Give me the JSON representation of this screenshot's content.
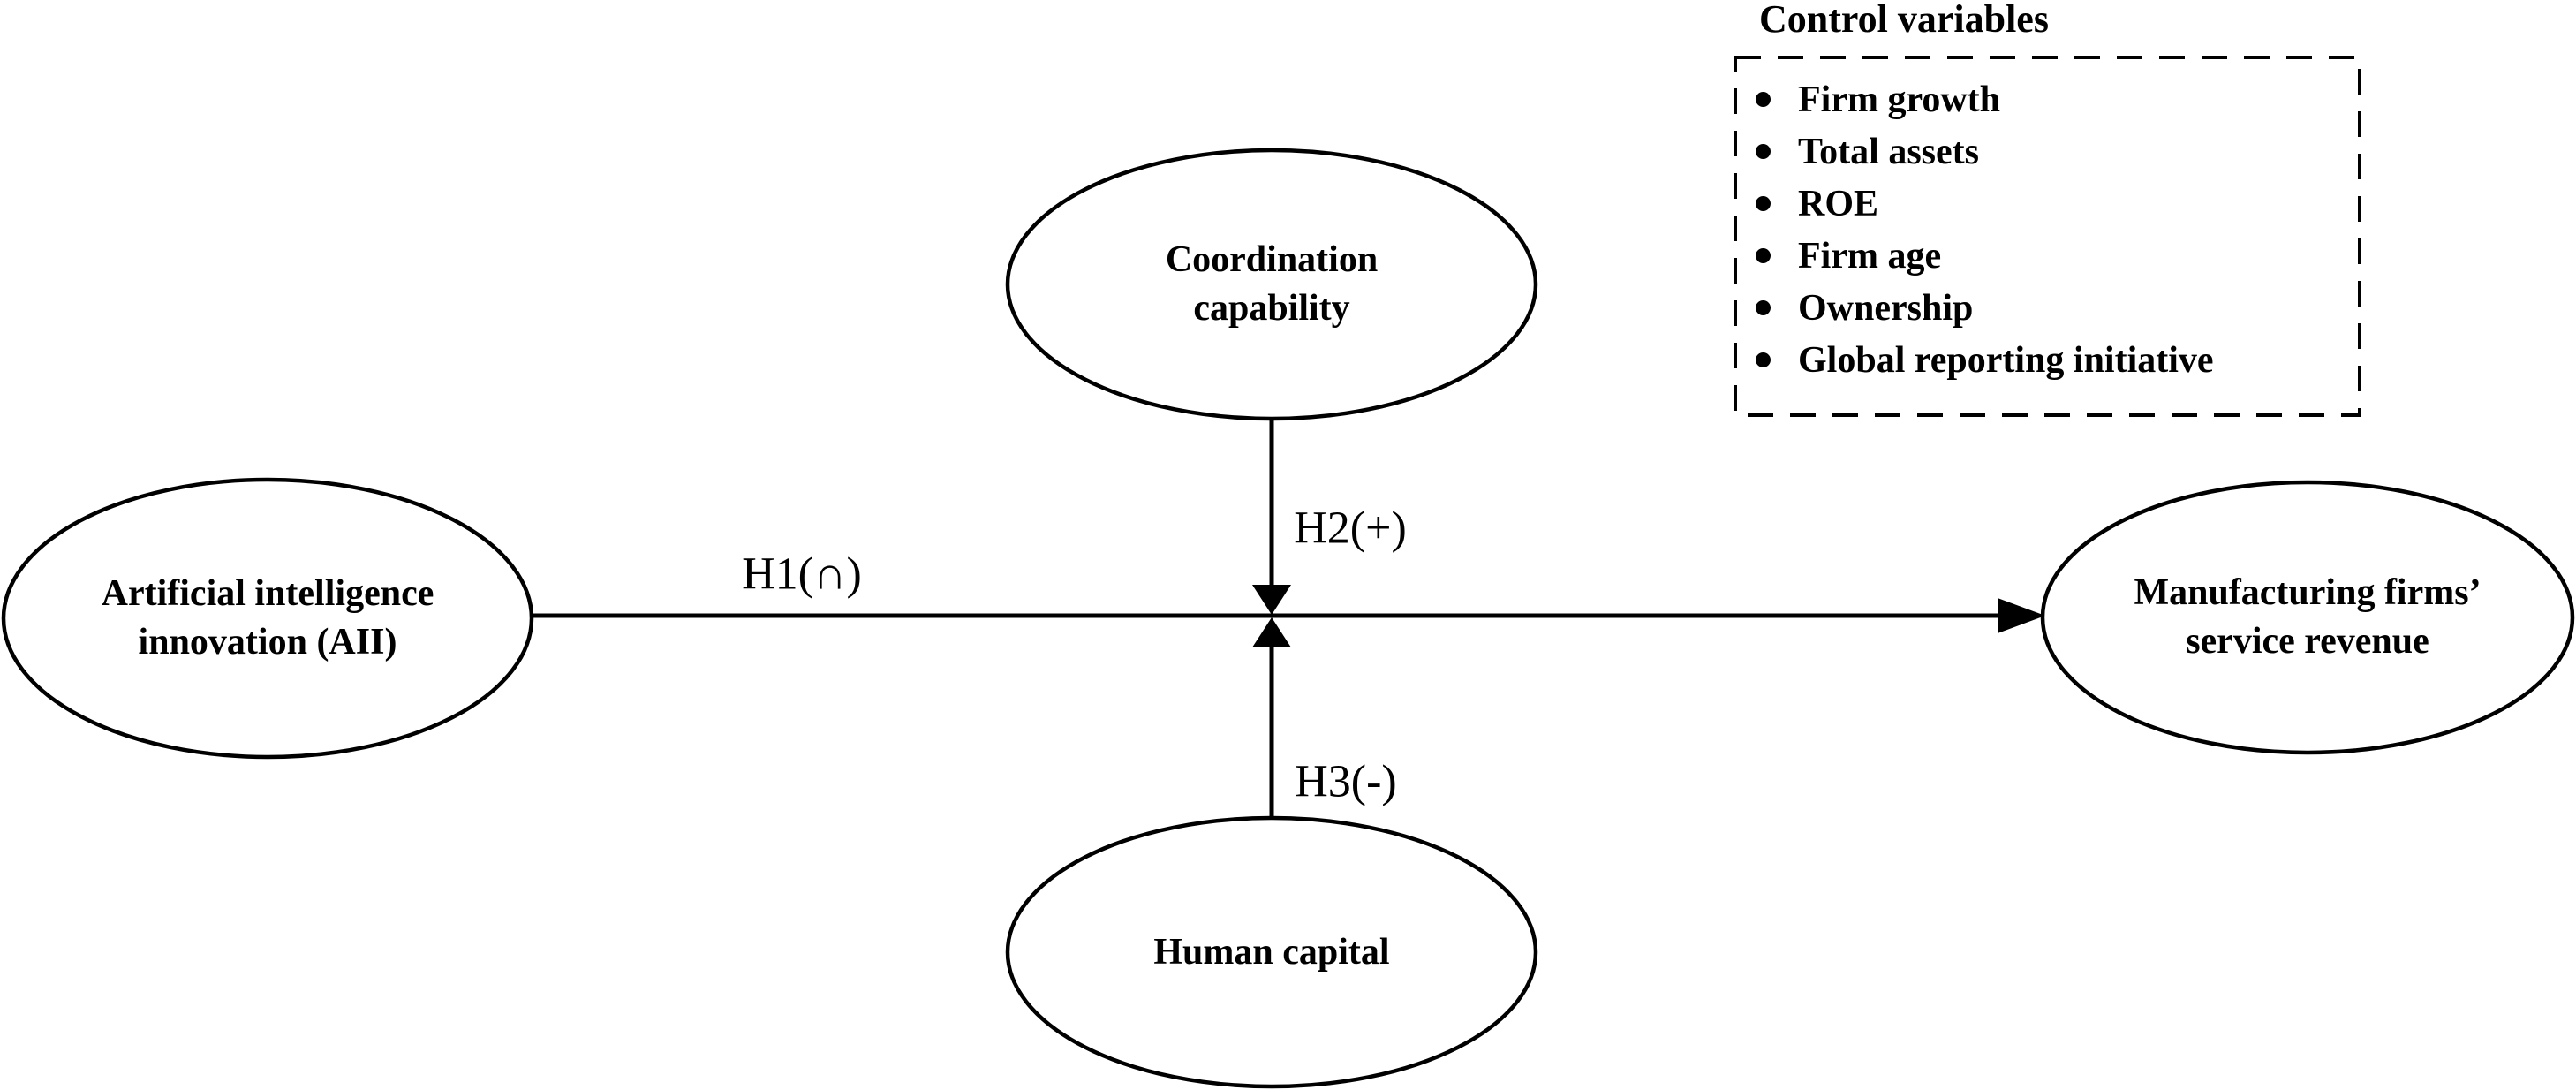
{
  "nodes": {
    "aii": {
      "line1": "Artificial intelligence",
      "line2": "innovation (AII)"
    },
    "coordination": {
      "line1": "Coordination",
      "line2": "capability"
    },
    "human": {
      "line1": "Human capital"
    },
    "outcome": {
      "line1": "Manufacturing firms’",
      "line2": "service revenue"
    }
  },
  "hypotheses": {
    "h1": "H1(∩)",
    "h2": "H2(+)",
    "h3": "H3(-)"
  },
  "control_box": {
    "title": "Control variables",
    "items": [
      "Firm growth",
      "Total assets",
      "ROE",
      "Firm age",
      "Ownership",
      "Global reporting initiative"
    ]
  },
  "colors": {
    "ink": "#000000",
    "background": "#ffffff"
  }
}
